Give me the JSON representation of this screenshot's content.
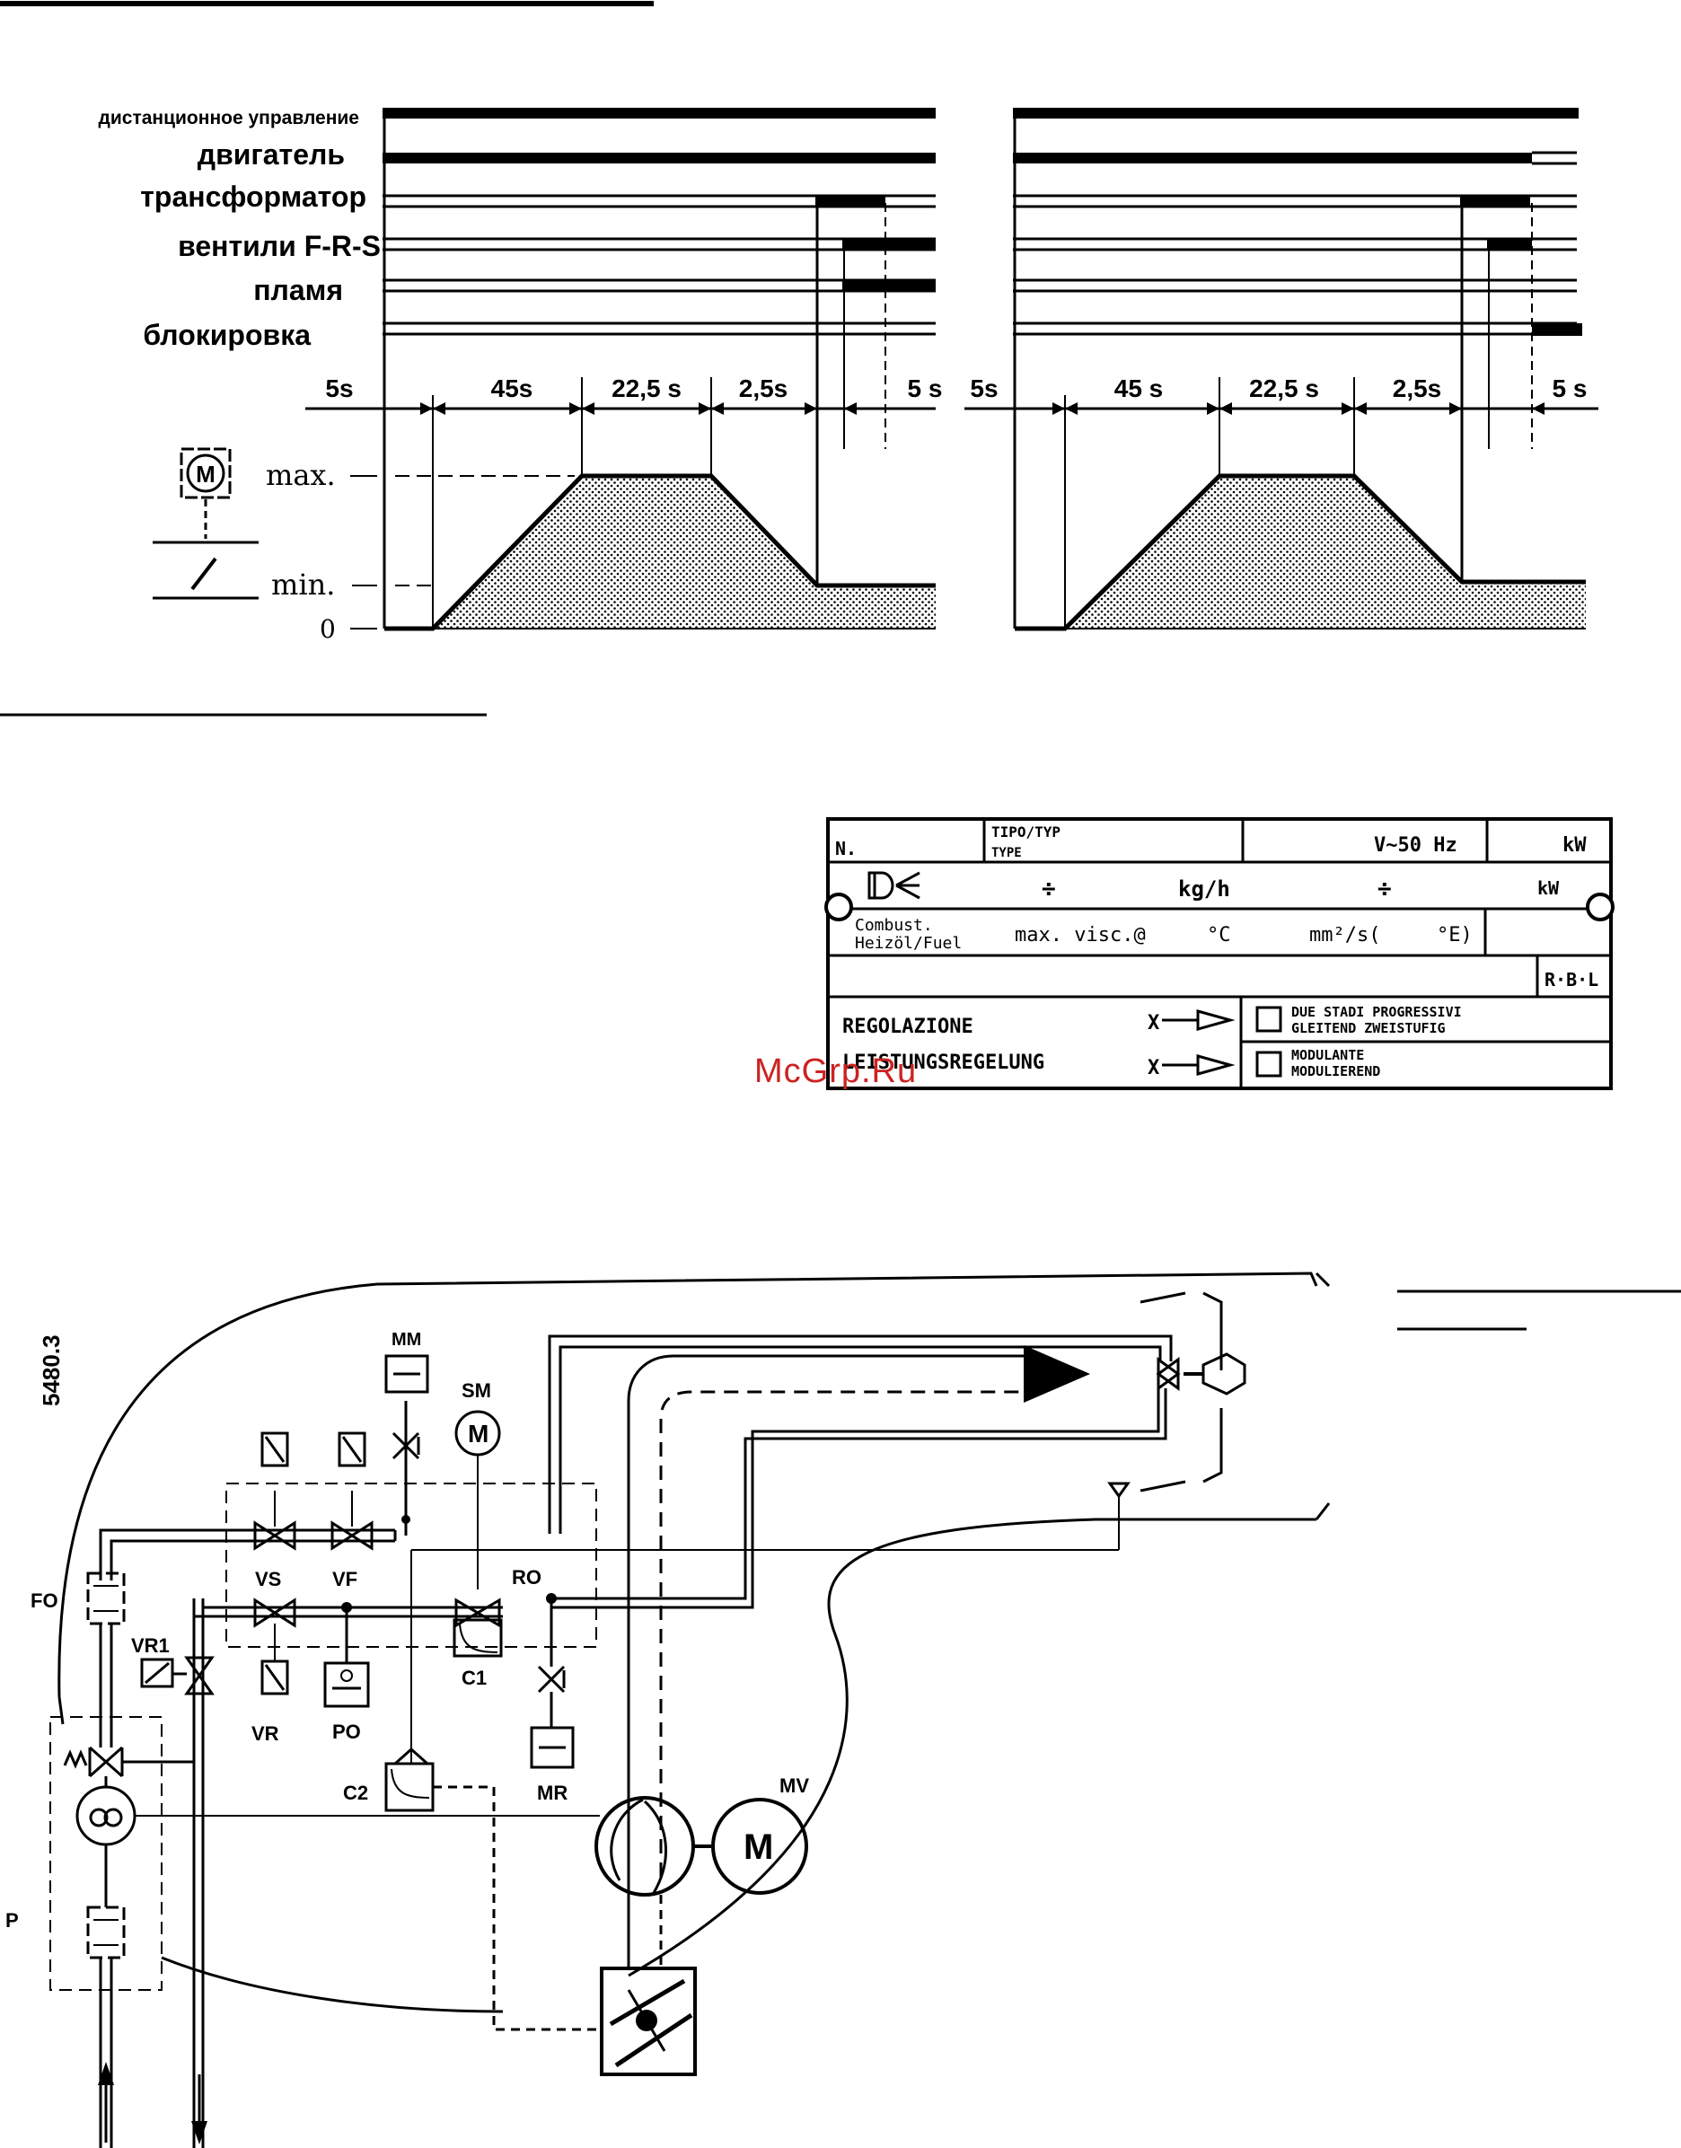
{
  "timing": {
    "signals": [
      {
        "label": "дистанционное управление"
      },
      {
        "label": "двигатель"
      },
      {
        "label": "трансформатор"
      },
      {
        "label": "вентили F-R-S"
      },
      {
        "label": "пламя"
      },
      {
        "label": "блокировка"
      }
    ],
    "durations_left": [
      "5s",
      "45s",
      "22,5 s",
      "2,5s",
      "5 s"
    ],
    "durations_right": [
      "5s",
      "45 s",
      "22,5 s",
      "2,5s",
      "5 s"
    ],
    "levels": {
      "max": "max.",
      "min": "min.",
      "zero": "0"
    },
    "motor_symbol": "M"
  },
  "nameplate": {
    "n": "N.",
    "tipo_typ": "TIPO/TYP",
    "type": "TYPE",
    "voltage": "V~50 Hz",
    "kw": "kW",
    "div1": "÷",
    "kgh": "kg/h",
    "div2": "÷",
    "kw2": "kW",
    "combust": "Combust.",
    "heizol": "Heizöl/Fuel",
    "maxvisc": "max. visc.@",
    "degc": "°C",
    "mm2s": "mm²/s(",
    "dege": "°E)",
    "rbl": "R·B·L",
    "regolazione": "REGOLAZIONE",
    "leistung": "LEISTUNGSREGELUNG",
    "due_stadi": "DUE STADI PROGRESSIVI",
    "gleitend": "GLEITEND ZWEISTUFIG",
    "modulante": "MODULANTE",
    "modulierend": "MODULIEREND",
    "x1": "X",
    "x2": "X"
  },
  "watermark": "McGrp.Ru",
  "schematic": {
    "drawing_no": "5480.3",
    "labels": {
      "mm": "MM",
      "sm": "SM",
      "vs": "VS",
      "vf": "VF",
      "ro": "RO",
      "c1": "C1",
      "fo": "FO",
      "vr1": "VR1",
      "vr": "VR",
      "po": "PO",
      "c2": "C2",
      "mr": "MR",
      "mv": "MV",
      "p": "P",
      "m": "M"
    }
  }
}
